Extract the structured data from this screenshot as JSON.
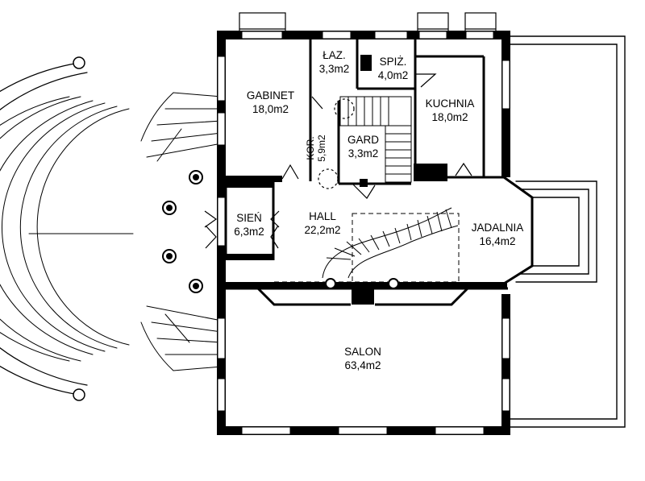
{
  "rooms": {
    "gabinet": {
      "name": "GABINET",
      "area": "18,0m2"
    },
    "lazienka": {
      "name": "ŁAZ.",
      "area": "3,3m2"
    },
    "spizarnia": {
      "name": "SPIŻ.",
      "area": "4,0m2"
    },
    "kuchnia": {
      "name": "KUCHNIA",
      "area": "18,0m2"
    },
    "korytarz": {
      "name": "KOR.",
      "area": "5,9m2"
    },
    "garderoba": {
      "name": "GARD",
      "area": "3,3m2"
    },
    "sien": {
      "name": "SIEŃ",
      "area": "6,3m2"
    },
    "hall": {
      "name": "HALL",
      "area": "22,2m2"
    },
    "jadalnia": {
      "name": "JADALNIA",
      "area": "16,4m2"
    },
    "salon": {
      "name": "SALON",
      "area": "63,4m2"
    }
  },
  "colors": {
    "ink": "#000000",
    "paper": "#ffffff"
  }
}
